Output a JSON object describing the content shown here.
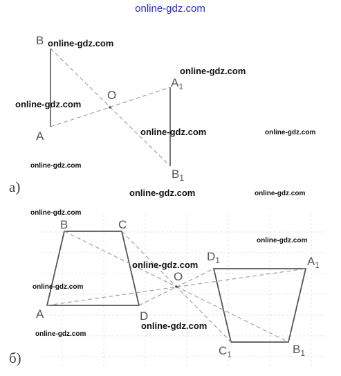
{
  "watermark_top": "online-gdz.com",
  "watermarks": [
    "online-gdz.com",
    "online-gdz.com",
    "online-gdz.com",
    "online-gdz.com",
    "online-gdz.com",
    "online-gdz.com",
    "online-gdz.com",
    "online-gdz.com",
    "online-gdz.com",
    "online-gdz.com",
    "online-gdz.com",
    "online-gdz.com",
    "online-gdz.com",
    "online-gdz.com"
  ],
  "part_a": {
    "label": "а)",
    "points": {
      "B": {
        "name": "B",
        "sub": ""
      },
      "A": {
        "name": "A",
        "sub": ""
      },
      "O": {
        "name": "O",
        "sub": ""
      },
      "A1": {
        "name": "A",
        "sub": "1"
      },
      "B1": {
        "name": "B",
        "sub": "1"
      }
    }
  },
  "part_b": {
    "label": "б)",
    "points": {
      "B": {
        "name": "B",
        "sub": ""
      },
      "C": {
        "name": "C",
        "sub": ""
      },
      "A": {
        "name": "A",
        "sub": ""
      },
      "D": {
        "name": "D",
        "sub": ""
      },
      "O": {
        "name": "O",
        "sub": ""
      },
      "D1": {
        "name": "D",
        "sub": "1"
      },
      "A1": {
        "name": "A",
        "sub": "1"
      },
      "C1": {
        "name": "C",
        "sub": "1"
      },
      "B1": {
        "name": "B",
        "sub": "1"
      }
    }
  }
}
